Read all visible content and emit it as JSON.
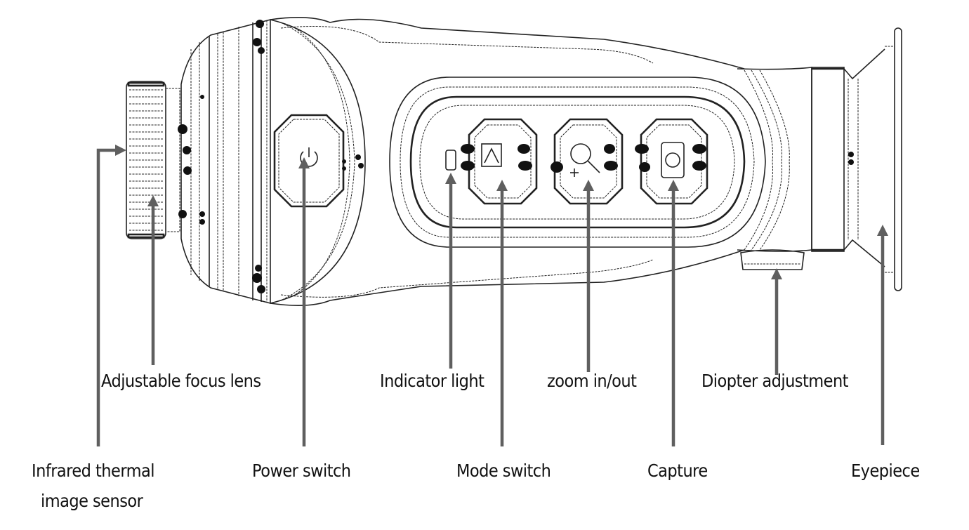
{
  "diagram": {
    "subject": "Handheld thermal imaging monocular",
    "colors": {
      "arrow": "#5f5f5f",
      "outline": "#222222",
      "text": "#111111",
      "background": "#ffffff"
    },
    "callouts": [
      {
        "id": "sensor",
        "label_line1": "Infrared thermal",
        "label_line2": "image sensor",
        "icon": "thermal-sensor-icon"
      },
      {
        "id": "focus",
        "label": "Adjustable focus lens",
        "icon": "focus-ring-icon"
      },
      {
        "id": "power",
        "label": "Power switch",
        "icon": "power-button-icon"
      },
      {
        "id": "indicator",
        "label": "Indicator light",
        "icon": "indicator-led-icon"
      },
      {
        "id": "mode",
        "label": "Mode switch",
        "icon": "mode-button-icon"
      },
      {
        "id": "zoom",
        "label": "zoom in/out",
        "icon": "zoom-button-icon"
      },
      {
        "id": "capture",
        "label": "Capture",
        "icon": "camera-button-icon"
      },
      {
        "id": "diopter",
        "label": "Diopter adjustment",
        "icon": "diopter-ring-icon"
      },
      {
        "id": "eyepiece",
        "label": "Eyepiece",
        "icon": "eyepiece-icon"
      }
    ]
  }
}
